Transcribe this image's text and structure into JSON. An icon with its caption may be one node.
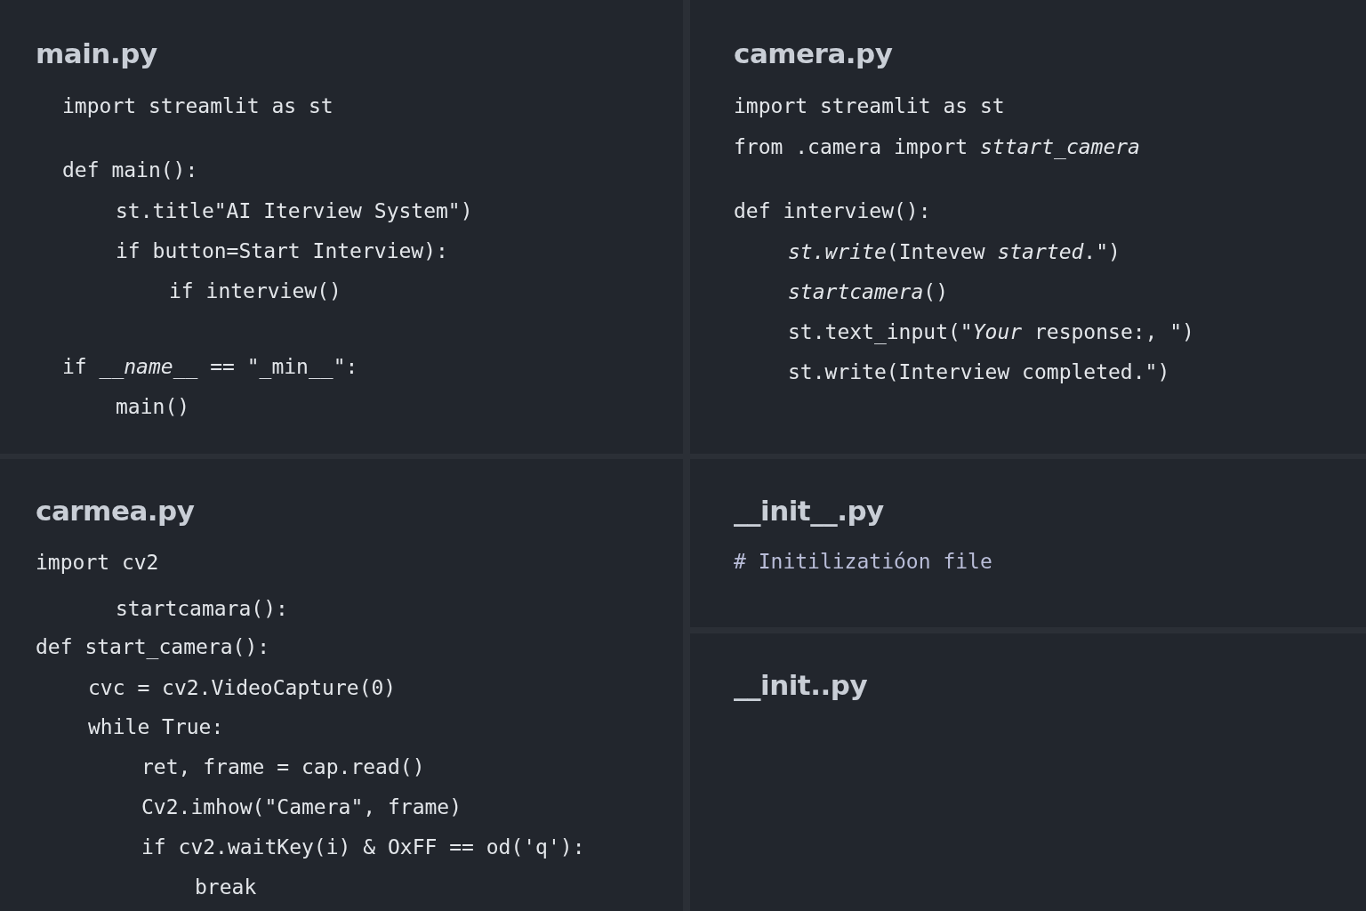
{
  "diagram": {
    "nodes": [
      {
        "text": [
          "main.py",
          "import streamlit as st",
          "def main():",
          "st.title\"AI Iterview System\")",
          "if button=Start Interview):",
          "if interview()",
          "if *__name__* == \"_min__\":",
          "main()"
        ]
      },
      {
        "text": [
          "camera.py",
          "import streamlit as st",
          "from .camera import *sttart_camera*",
          "def interview():",
          "*st.write*(Intevew *started*.\")",
          "*startcamera*()",
          "st.text_input(\"*Your* response:, \")",
          "st.write(Interview completed.\")"
        ]
      },
      {
        "text": [
          "carmea.py",
          "import cv2",
          "startcamara():",
          "def start_camera():",
          "cvc = cv2.VideoCapture(0)",
          "while True:",
          "ret, frame = cap.read()",
          "Cv2.imhow(\"Camera\", frame)",
          "if cv2.waitKey(i) & OxFF == od('q'):",
          "break"
        ]
      },
      {
        "text": [
          "__init__.py",
          "# Initilizatióon file"
        ]
      },
      {
        "text": [
          "__init..py"
        ]
      }
    ]
  }
}
